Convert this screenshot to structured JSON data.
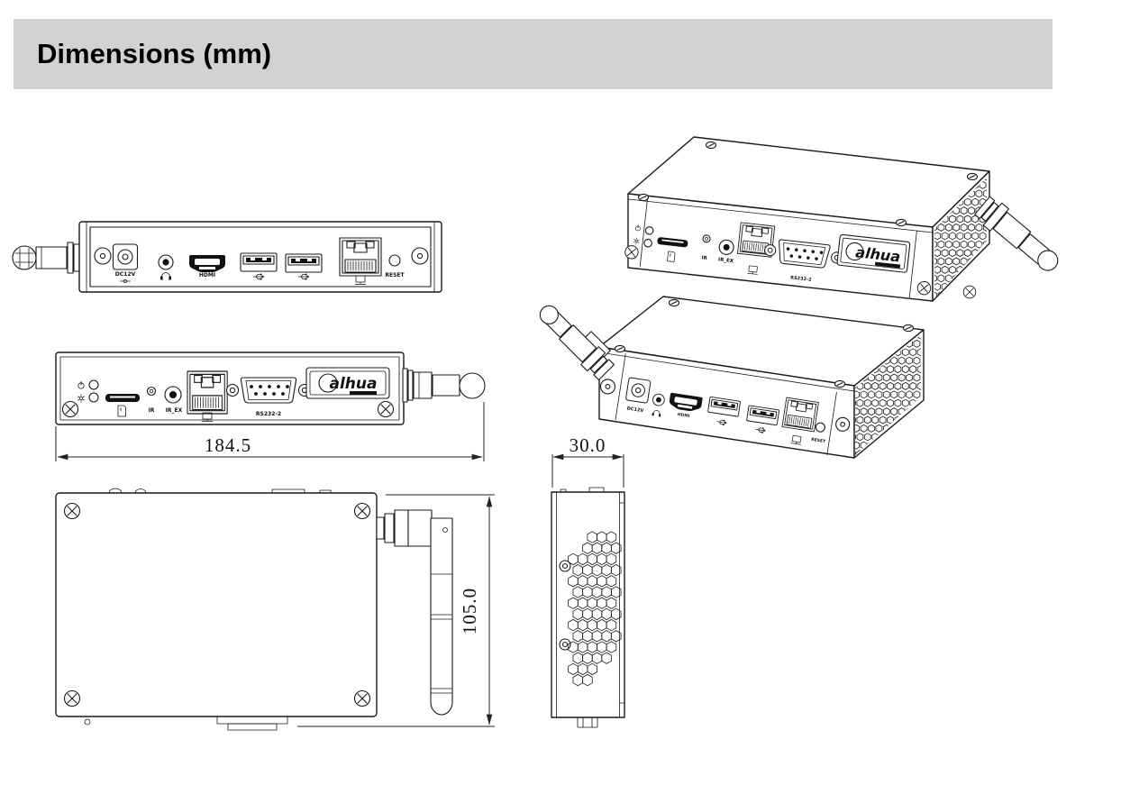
{
  "header": {
    "title": "Dimensions (mm)"
  },
  "dimensions": {
    "width_mm": "184.5",
    "depth_mm": "30.0",
    "height_mm": "105.0"
  },
  "labels": {
    "power": "DC12V",
    "hdmi": "HDMI",
    "reset": "RESET",
    "ir": "IR",
    "ir_ext": "IR_EX",
    "serial": "RS232-2",
    "logo": "alhua"
  },
  "icons": {
    "audio_jack": "headphone-icon",
    "usb3_port": "usb3-icon",
    "usb_port": "usb-icon",
    "network_port": "lan-icon",
    "sd_slot": "sd-card-icon",
    "power_led": "power-icon",
    "status_led": "indicator-icon",
    "dc_input": "dc-plug-icon"
  },
  "colors": {
    "line": "#1a1a1a",
    "title_bar": "#d2d2d2",
    "background": "#ffffff"
  }
}
